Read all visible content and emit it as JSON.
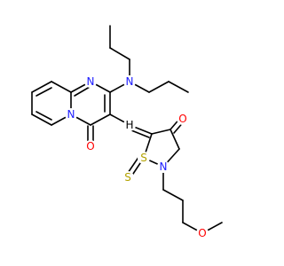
{
  "colors": {
    "background": "#ffffff",
    "bond": "#000000",
    "nitrogen": "#2020ff",
    "oxygen": "#ff0000",
    "sulfur": "#b3a200",
    "hydrogen": "#000000"
  },
  "labels": {
    "n_amine": "N",
    "n_pyrimidine": "N",
    "n_bridgehead": "N",
    "o_pyrimidinone": "O",
    "h_vinyl": "H",
    "s_ring": "S",
    "n_thiazolidine": "N",
    "o_thiazolidinone": "O",
    "s_thioxo": "S",
    "o_ether": "O"
  }
}
